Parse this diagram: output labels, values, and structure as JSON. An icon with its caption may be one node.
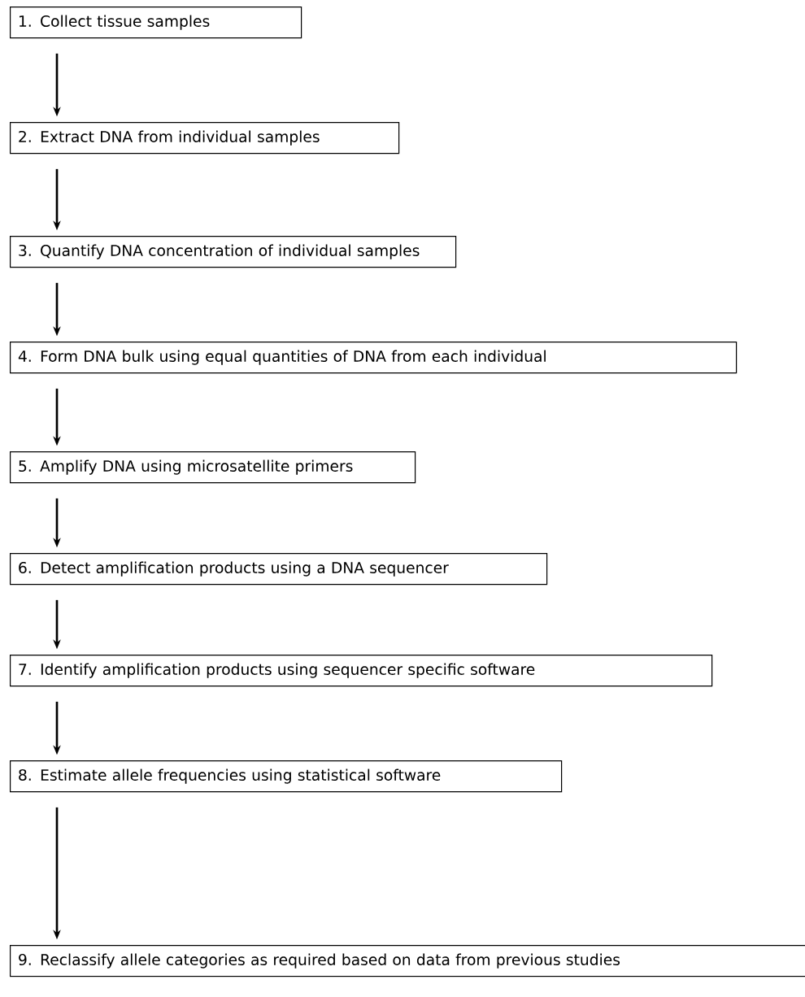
{
  "diagram": {
    "nodes": [
      {
        "text": [
          "1. Collect tissue samples"
        ]
      },
      {
        "text": [
          "2. Extract DNA from individual samples"
        ]
      },
      {
        "text": [
          "3. Quantify DNA concentration of individual samples"
        ]
      },
      {
        "text": [
          "4. Form DNA bulk using equal quantities of DNA from each individual"
        ]
      },
      {
        "text": [
          "5. Amplify DNA using microsatellite primers"
        ]
      },
      {
        "text": [
          "6. Detect amplification products using a DNA sequencer"
        ]
      },
      {
        "text": [
          "7. Identify amplification products using sequencer specific software"
        ]
      },
      {
        "text": [
          "8. Estimate allele frequencies using statistical software"
        ]
      },
      {
        "text": [
          "9. Reclassify allele categories as required based on data from previous studies"
        ]
      }
    ],
    "edges": [
      {
        "from": 0,
        "to": 1,
        "arrow": "to"
      },
      {
        "from": 1,
        "to": 2,
        "arrow": "to"
      },
      {
        "from": 2,
        "to": 3,
        "arrow": "to"
      },
      {
        "from": 3,
        "to": 4,
        "arrow": "to"
      },
      {
        "from": 4,
        "to": 5,
        "arrow": "to"
      },
      {
        "from": 5,
        "to": 6,
        "arrow": "to"
      },
      {
        "from": 6,
        "to": 7,
        "arrow": "to"
      },
      {
        "from": 7,
        "to": 8,
        "arrow": "to"
      }
    ]
  }
}
